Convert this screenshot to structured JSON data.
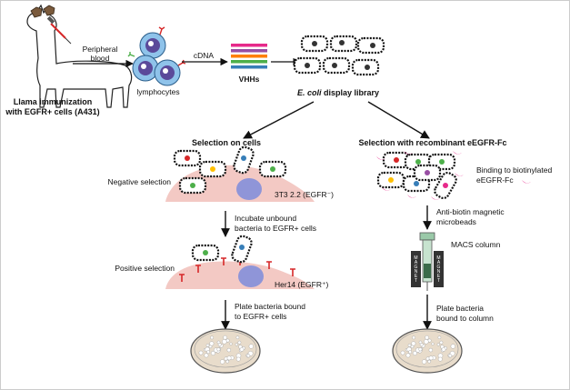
{
  "llama": {
    "title_line1": "Llama immunization",
    "title_line2": "with EGFR+ cells (A431)"
  },
  "steps": {
    "peripheral_line1": "Peripheral",
    "peripheral_line2": "blood",
    "lymphocytes": "lymphocytes",
    "cdna": "cDNA",
    "vhhs": "VHHs",
    "library_italic": "E. coli",
    "library_rest": " display library"
  },
  "left_branch": {
    "title": "Selection on cells",
    "negative_selection": "Negative selection",
    "negative_cell": "3T3 2.2 (EGFR⁻)",
    "incubate_line1": "Incubate unbound",
    "incubate_line2": "bacteria to EGFR+ cells",
    "positive_selection": "Positive selection",
    "positive_cell": "Her14 (EGFR⁺)",
    "plate_line1": "Plate bacteria bound",
    "plate_line2": "to EGFR+ cells"
  },
  "right_branch": {
    "title": "Selection with recombinant eEGFR-Fc",
    "binding_line1": "Binding to biotinylated",
    "binding_line2": "eEGFR-Fc",
    "beads_line1": "Anti-biotin magnetic",
    "beads_line2": "microbeads",
    "column": "MACS column",
    "magnet": "MAGNET",
    "plate_line1": "Plate bacteria",
    "plate_line2": "bound to column"
  },
  "colors": {
    "cell_pink": "#f3c9c4",
    "nucleus": "#8f95d8",
    "vhh_stripes": [
      "#e7298a",
      "#984ea3",
      "#ff7f00",
      "#4daf4a",
      "#377eb8"
    ],
    "petri_fill": "#e8dccb",
    "magnet": "#333333",
    "receptor": "#d62728"
  }
}
